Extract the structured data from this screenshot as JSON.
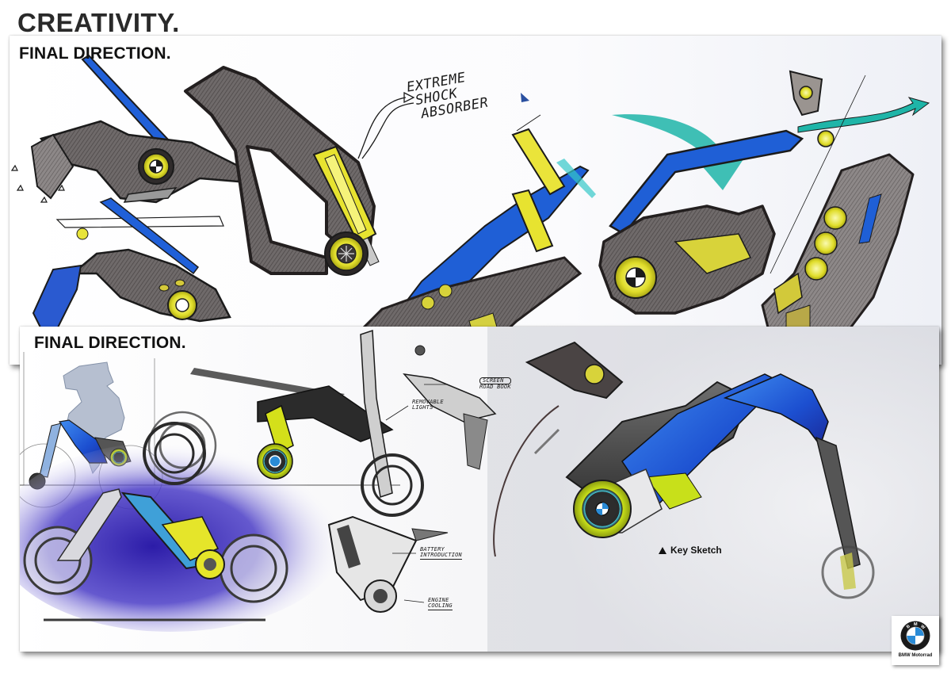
{
  "board": {
    "title": "CREATIVITY."
  },
  "panels": [
    {
      "id": "top",
      "heading": "FINAL DIRECTION.",
      "annotations": [
        {
          "text_lines": [
            "EXTREME",
            "SHOCK",
            "ABSORBER"
          ],
          "pointer": "arrow-left"
        }
      ],
      "sketches": [
        "front-fork-detail",
        "swingarm-frame",
        "battery-cover-detail",
        "rear-suspension-flow"
      ]
    },
    {
      "id": "bottom",
      "heading": "FINAL DIRECTION.",
      "annotations": [
        {
          "text_lines": [
            "SCREEN",
            "ROAD BOOK"
          ]
        },
        {
          "text_lines": [
            "REMOVABLE",
            "LIGHTS"
          ]
        },
        {
          "text_lines": [
            "BATTERY",
            "INTRODUCTION"
          ]
        },
        {
          "text_lines": [
            "ENGINE",
            "COOLING"
          ]
        }
      ],
      "key_sketch_label": "Key Sketch",
      "sketches": [
        "rider-ergonomics",
        "side-view-bike",
        "purple-render-bike",
        "battery-detail",
        "key-sketch-render"
      ]
    }
  ],
  "brand": {
    "logo_letters": [
      "B",
      "M",
      "W"
    ],
    "caption": "BMW Motorrad"
  },
  "colors": {
    "title_text": "#2a2a2a",
    "frame_dark": "#4a4646",
    "frame_mid": "#7d7878",
    "accent_blue": "#1f5fd6",
    "accent_teal": "#1fb5a8",
    "accent_yellow": "#e3e22a",
    "accent_lime": "#c8e01a",
    "accent_purple": "#3a2ab8",
    "bmw_blue": "#2a8bd6"
  }
}
